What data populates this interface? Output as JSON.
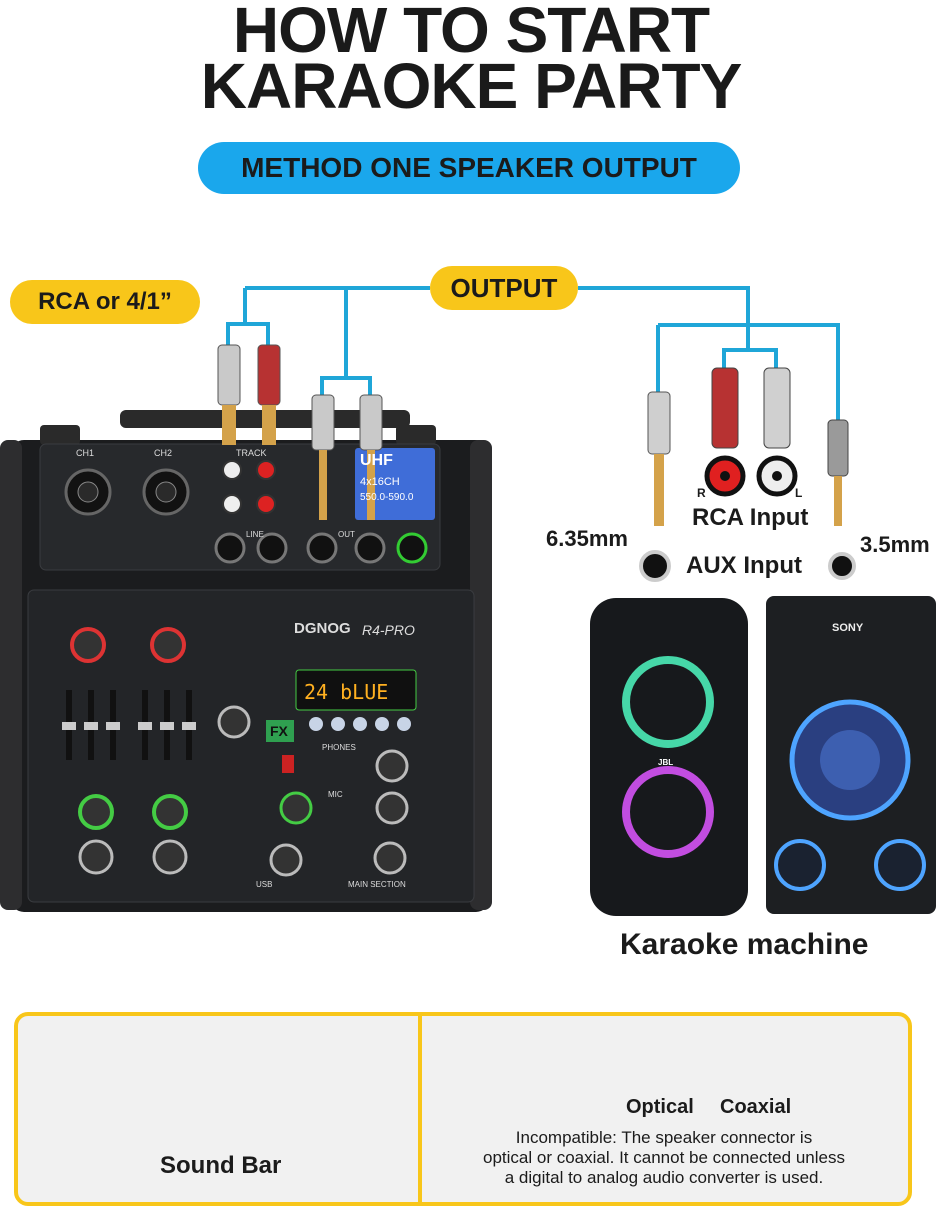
{
  "title_line1": "HOW TO START",
  "title_line2": "KARAOKE PARTY",
  "method_label": "METHOD ONE SPEAKER OUTPUT",
  "output_label": "OUTPUT",
  "rca_label": "RCA or 4/1”",
  "jack_635_label": "6.35mm",
  "jack_35_label": "3.5mm",
  "rca_input_label": "RCA Input",
  "aux_input_label": "AUX Input",
  "rca_r": "R",
  "rca_l": "L",
  "karaoke_label": "Karaoke machine",
  "mixer": {
    "brand": "DGNOG",
    "model": "R4-PRO",
    "display_text": "24 bLUE",
    "ch1": "CH1",
    "ch2": "CH2",
    "track": "TRACK",
    "line": "LINE",
    "out": "OUT",
    "fx": "FX",
    "usb": "USB",
    "phones": "PHONES",
    "mic": "MIC",
    "main_section": "MAIN SECTION",
    "wireless_display": "UHF",
    "wireless_ch": "4x16CH",
    "wireless_freq": "550.0-590.0"
  },
  "speaker_brand": "SONY",
  "speaker_brand_small": "JBL",
  "soundbar_label": "Sound Bar",
  "optical_label": "Optical",
  "coaxial_label": "Coaxial",
  "incompatible_note_line1": "Incompatible: The speaker connector is",
  "incompatible_note_line2": "optical or coaxial. It cannot be connected unless",
  "incompatible_note_line3": "a digital to analog audio converter is used.",
  "colors": {
    "accent_blue": "#1aa7ec",
    "accent_yellow": "#f8c61a",
    "cable_blue": "#1fa6d8",
    "warning_red": "#e52222"
  }
}
